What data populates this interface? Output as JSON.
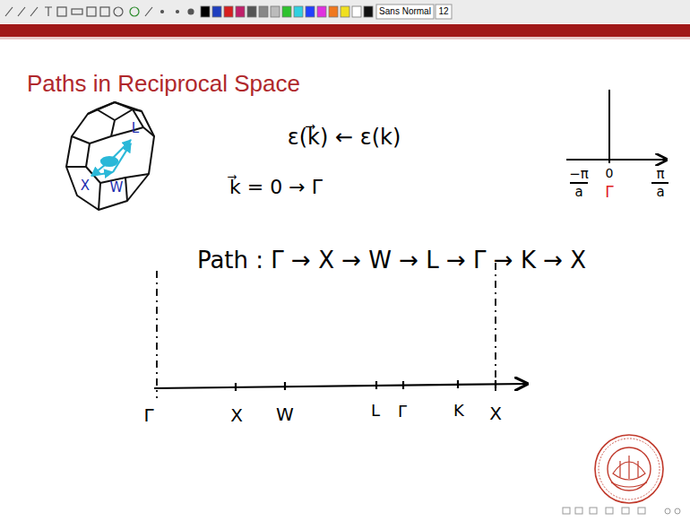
{
  "diagram": {
    "title": "Paths in Reciprocal Space",
    "labels": [
      "Sans Normal",
      "12",
      "ε(k⃗)  ←  ε(k)",
      "k⃗ = 0 → Γ",
      "−π",
      "a",
      "0",
      "π",
      "a",
      "Γ",
      "L",
      "X",
      "W",
      "Path :  Γ → X → W → L → Γ → K → X",
      "Γ",
      "X",
      "W",
      "L",
      "Γ",
      "K",
      "X"
    ]
  }
}
